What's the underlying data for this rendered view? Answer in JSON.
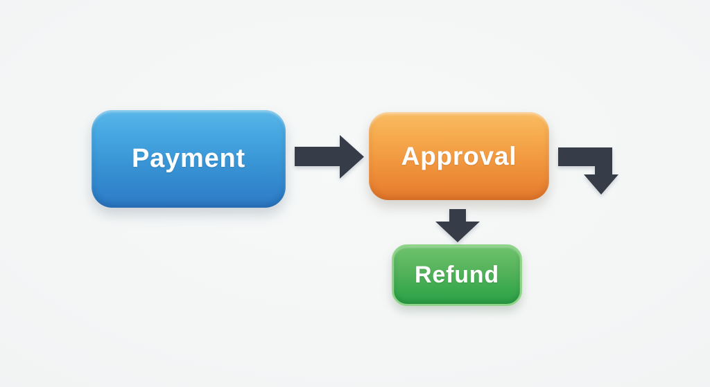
{
  "diagram": {
    "type": "flowchart",
    "background_color": "#f4f6f6",
    "arrow_color": "#363d48",
    "text_color": "#ffffff",
    "nodes": [
      {
        "id": "payment",
        "label": "Payment",
        "color_top": "#59b6e8",
        "color_bottom": "#2d7ac5"
      },
      {
        "id": "approval",
        "label": "Approval",
        "color_top": "#f9bc63",
        "color_bottom": "#e57a2d"
      },
      {
        "id": "refund",
        "label": "Refund",
        "color_top": "#6ec26c",
        "color_bottom": "#2ea148",
        "rim_color": "#8fd489"
      }
    ],
    "edges": [
      {
        "from": "payment",
        "to": "approval",
        "style": "arrow-right"
      },
      {
        "from": "approval",
        "to": "offscreen-right",
        "style": "arrow-right-then-down"
      },
      {
        "from": "approval",
        "to": "refund",
        "style": "arrow-down"
      }
    ]
  }
}
